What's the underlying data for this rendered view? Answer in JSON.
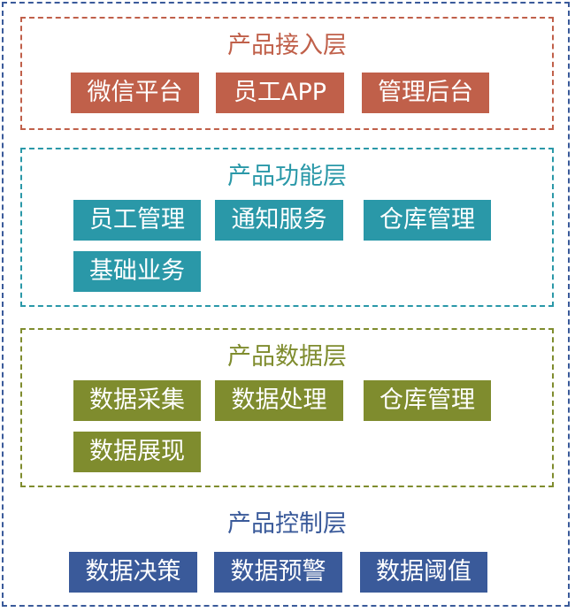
{
  "layers": [
    {
      "title": "产品接入层",
      "items": [
        "微信平台",
        "员工APP",
        "管理后台"
      ],
      "color": "#c0604a"
    },
    {
      "title": "产品功能层",
      "items": [
        "员工管理",
        "通知服务",
        "仓库管理",
        "基础业务"
      ],
      "color": "#2a98a8"
    },
    {
      "title": "产品数据层",
      "items": [
        "数据采集",
        "数据处理",
        "仓库管理",
        "数据展现"
      ],
      "color": "#7f8c2e"
    },
    {
      "title": "产品控制层",
      "items": [
        "数据决策",
        "数据预警",
        "数据阈值"
      ],
      "color": "#3a5a9a"
    }
  ]
}
